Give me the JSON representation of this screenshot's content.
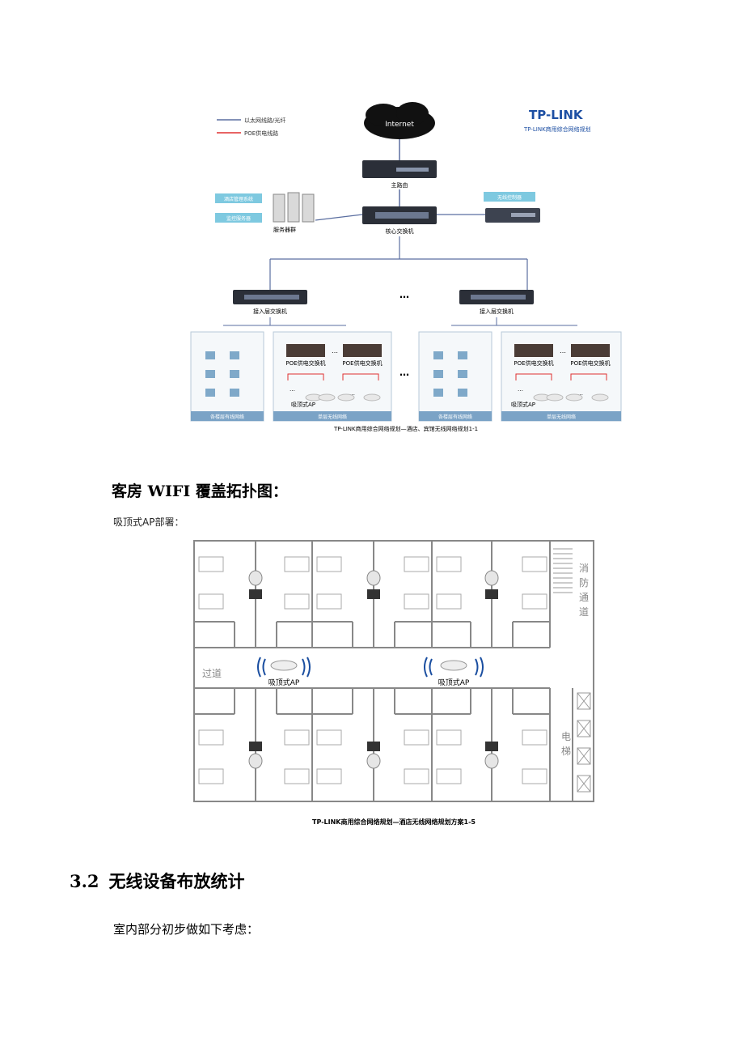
{
  "network_diagram": {
    "legend": {
      "line1": "以太网线路/光纤",
      "line2": "POE供电线路"
    },
    "brand": "TP-LINK",
    "brand_sub": "TP-LINK商用综合网络规划",
    "internet": "Internet",
    "main_router": "主路由",
    "core_switch": "核心交换机",
    "server_group": "服务器群",
    "server_tags": [
      "酒店管理系统",
      "监控服务器"
    ],
    "wireless_controller": "无线控制器",
    "ellipsis": "…",
    "access_switch": "接入层交换机",
    "poe_switch": "POE供电交换机",
    "ceiling_ap": "吸顶式AP",
    "wired_label": "各楼层有线网络",
    "wireless_label": "单层无线网络",
    "caption": "TP-LINK商用综合网络规划—酒店、宾馆无线网络规划1-1",
    "colors": {
      "ethernet": "#5a6ea0",
      "poe": "#e03030"
    }
  },
  "section_caption": "客房 WIFI 覆盖拓扑图：",
  "floorplan": {
    "title": "吸顶式AP部署：",
    "fire_exit": [
      "消",
      "防",
      "通",
      "道"
    ],
    "corridor": "过道",
    "elevator": [
      "电",
      "梯"
    ],
    "ap_label": "吸顶式AP",
    "caption": "TP-LINK商用综合网络规划—酒店无线网络规划方案1-5"
  },
  "section": {
    "number": "3.2",
    "title": "无线设备布放统计"
  },
  "paragraph": "室内部分初步做如下考虑："
}
